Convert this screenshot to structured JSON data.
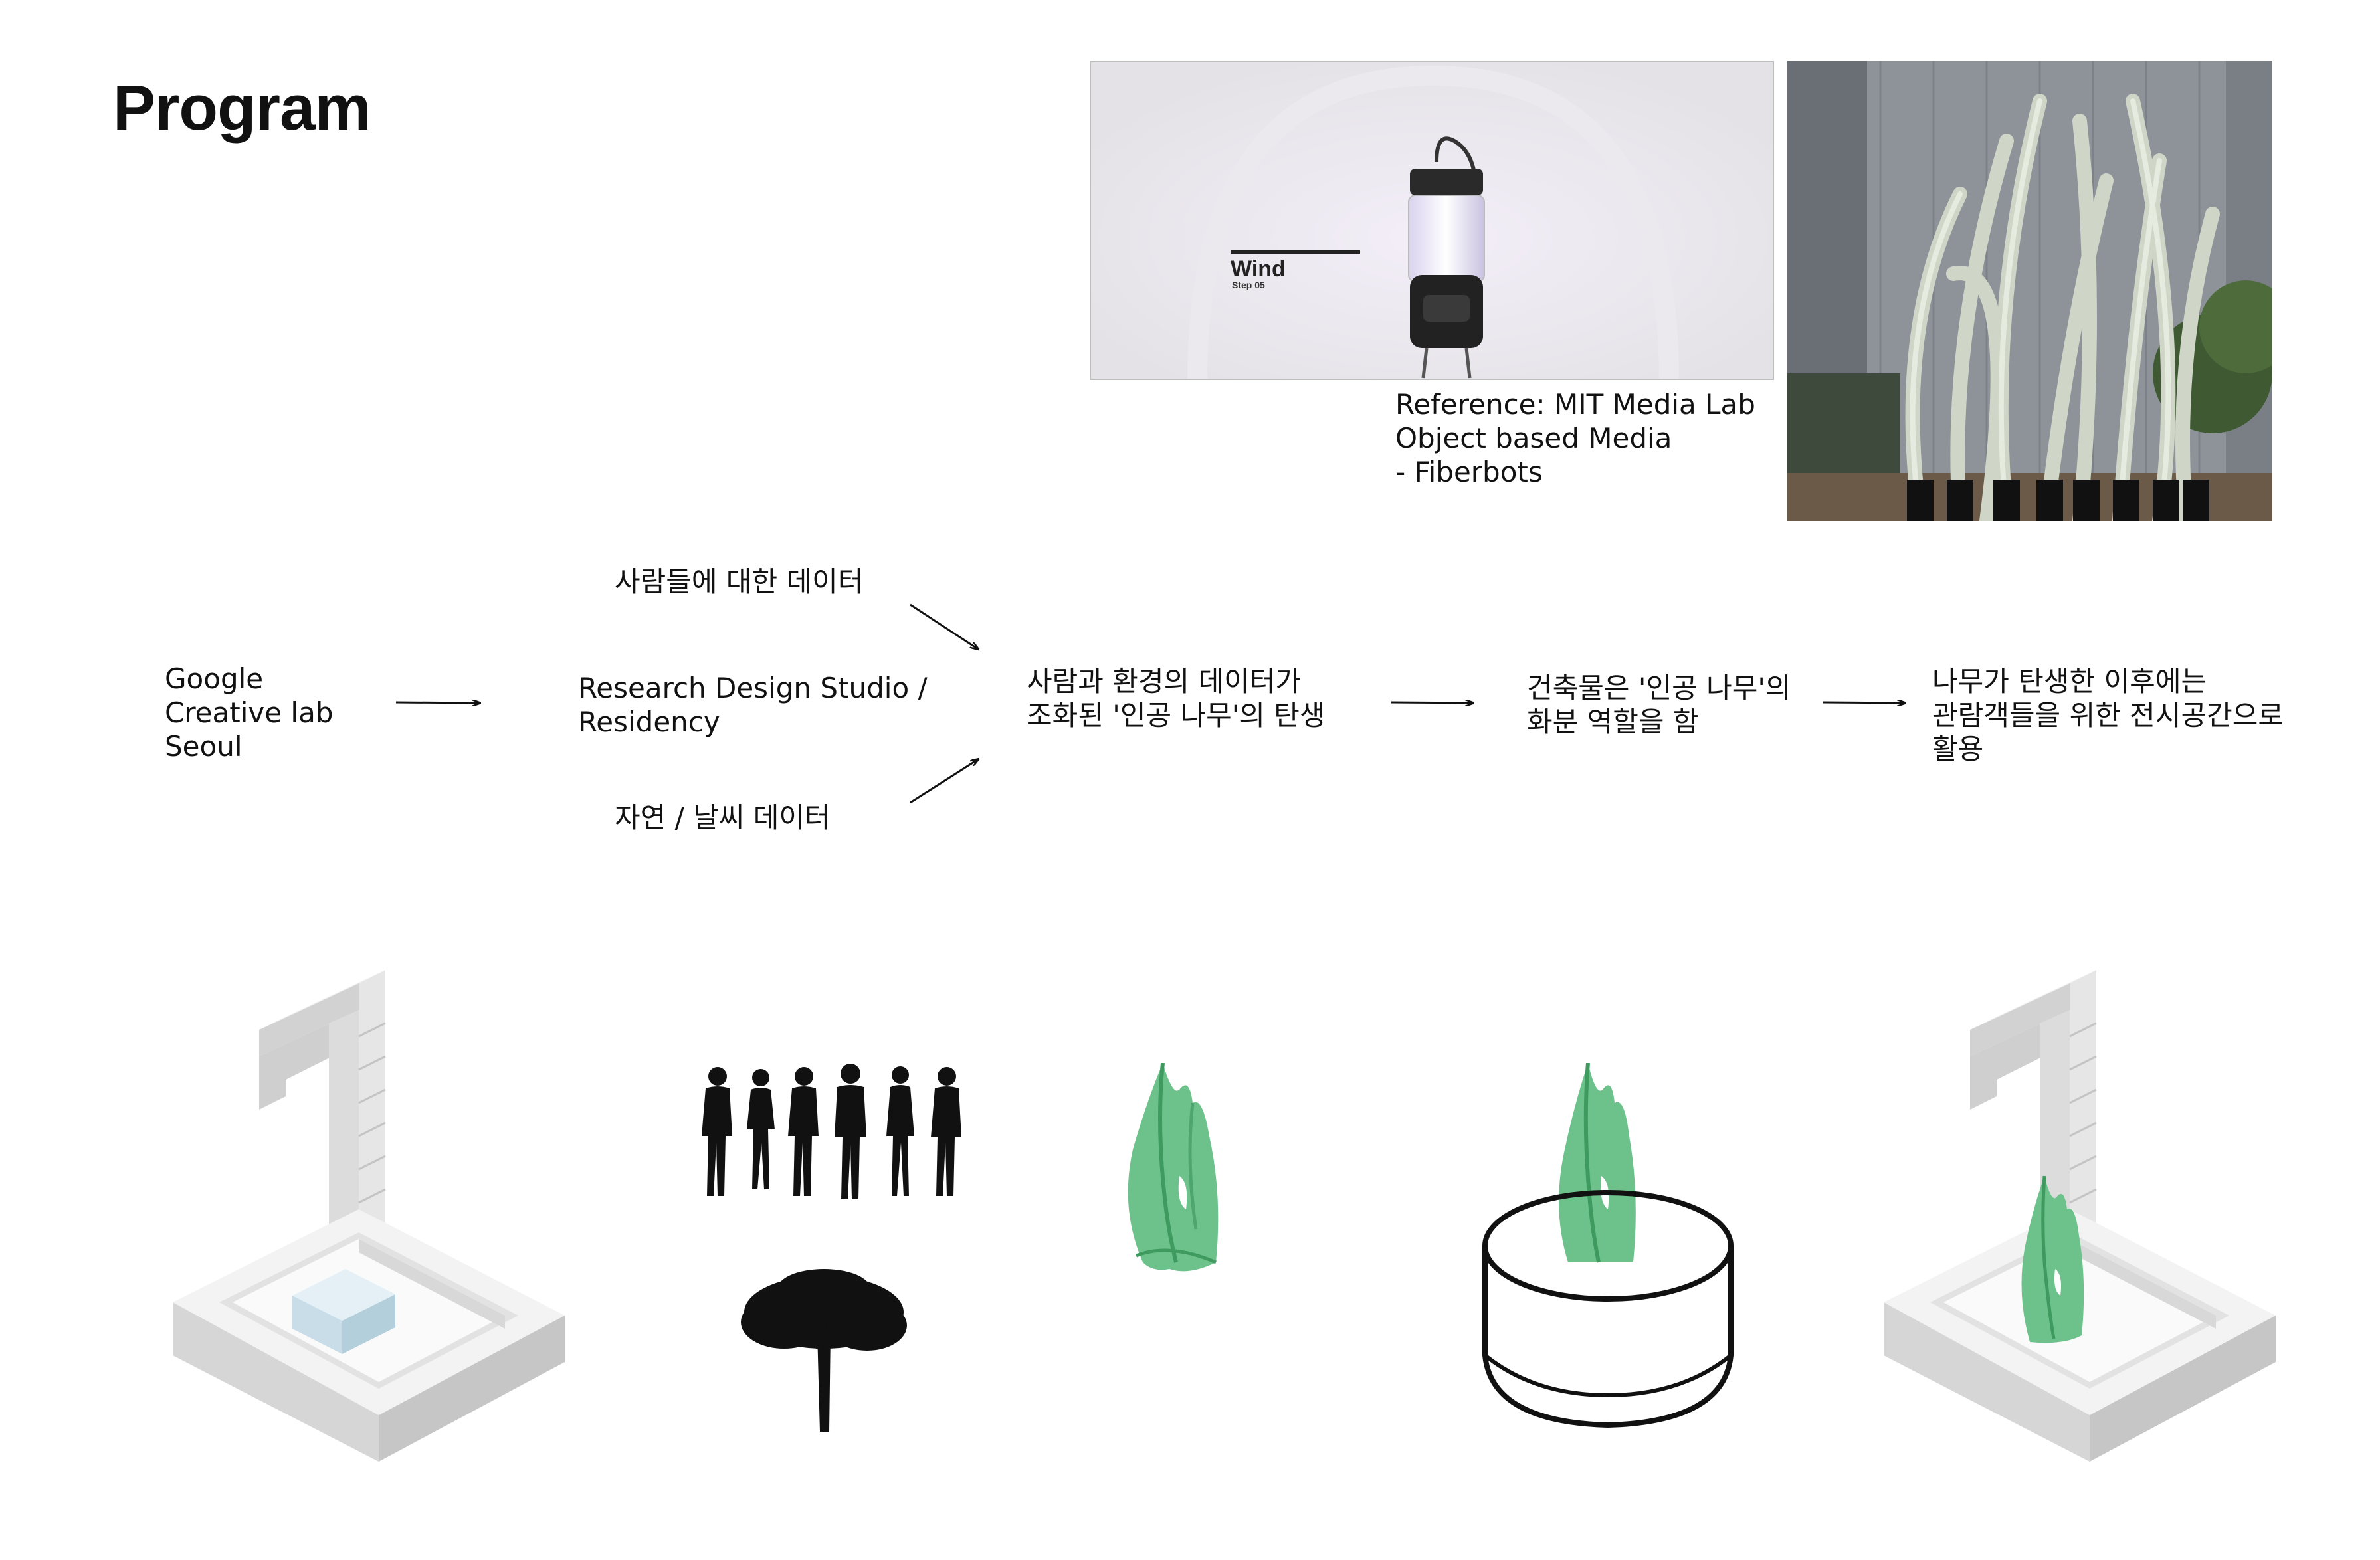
{
  "title": "Program",
  "reference": {
    "video_label": "Wind",
    "video_sublabel": "Step 05",
    "caption_lines": [
      "Reference: MIT Media Lab",
      "Object based Media",
      "- Fiberbots"
    ]
  },
  "flow": {
    "start_lines": [
      "Google",
      "Creative lab",
      "Seoul"
    ],
    "input_people": "사람들에 대한 데이터",
    "studio_lines": [
      "Research Design Studio /",
      "Residency"
    ],
    "input_nature": "자연 / 날씨 데이터",
    "birth_lines": [
      "사람과 환경의 데이터가",
      "조화된 '인공 나무'의 탄생"
    ],
    "pot_lines": [
      "건축물은 '인공 나무'의",
      "화분 역할을 함"
    ],
    "after_lines": [
      "나무가 탄생한 이후에는",
      "관람객들을 위한 전시공간으로",
      "활용"
    ]
  },
  "colors": {
    "tree_green": "#6cc28a",
    "tree_dark": "#3f9a60",
    "building_gray": "#d9d9d9",
    "glass_blue": "#cfe3ec"
  },
  "icons": [
    "building-icon",
    "people-silhouettes-icon",
    "tree-silhouette-icon",
    "artificial-tree-icon",
    "planter-icon",
    "arrow-icon"
  ]
}
